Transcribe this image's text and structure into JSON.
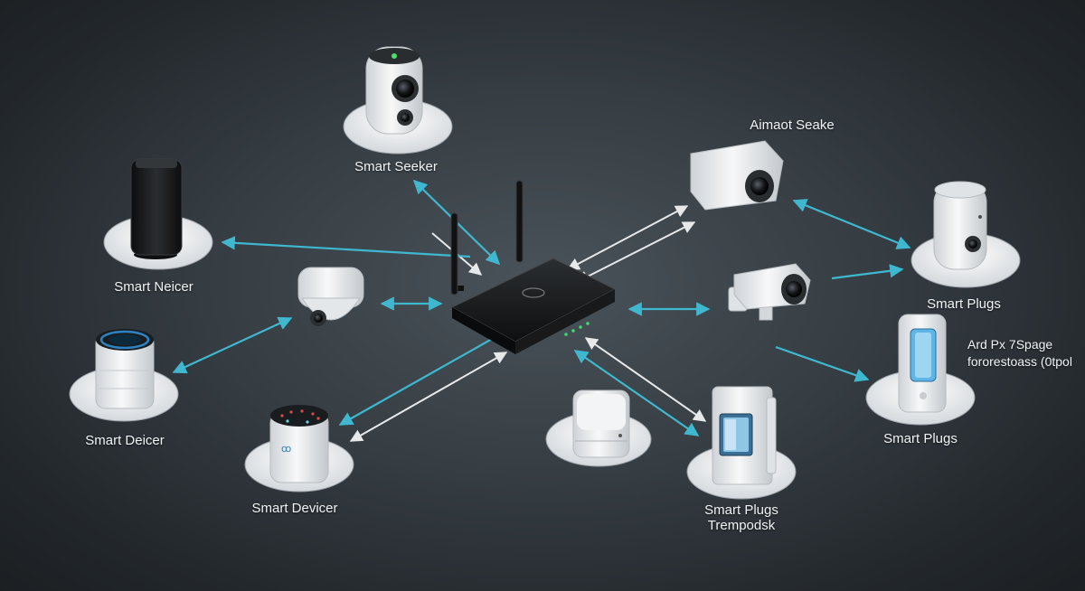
{
  "colors": {
    "arrow_cyan": "#3fb8cf",
    "arrow_white": "#e6e8ea",
    "pedestal": "#e9ecef",
    "device_white": "#eef0f2",
    "device_black": "#151719"
  },
  "labels": {
    "top_speaker": "Smart Seeker",
    "top_right_camera": "Aimaot Seake",
    "left_speaker": "Smart Neicer",
    "left_assistant": "Smart Deicer",
    "bottom_left_hub": "Smart Devicer",
    "right_sensor": "Smart Plugs",
    "right_tablet": "Smart Plugs",
    "bottom_thermostat_line1": "Smart Plugs",
    "bottom_thermostat_line2": "Trempodsk",
    "side_note_line1": "Ard Px 7Spage",
    "side_note_line2": "fororestoass (0tpol"
  },
  "devices": [
    {
      "name": "router",
      "icon": "router-icon"
    },
    {
      "name": "security-camera-top",
      "icon": "camera-icon"
    },
    {
      "name": "smart-speaker-black",
      "icon": "speaker-icon"
    },
    {
      "name": "dome-camera",
      "icon": "dome-camera-icon"
    },
    {
      "name": "smart-assistant",
      "icon": "assistant-speaker-icon"
    },
    {
      "name": "smart-hub",
      "icon": "hub-icon"
    },
    {
      "name": "bullet-camera",
      "icon": "bullet-camera-icon"
    },
    {
      "name": "indoor-camera-right",
      "icon": "indoor-camera-icon"
    },
    {
      "name": "wall-camera",
      "icon": "wall-camera-icon"
    },
    {
      "name": "tablet-switch",
      "icon": "tablet-icon"
    },
    {
      "name": "motion-sensor",
      "icon": "sensor-icon"
    },
    {
      "name": "thermostat",
      "icon": "thermostat-icon"
    }
  ]
}
